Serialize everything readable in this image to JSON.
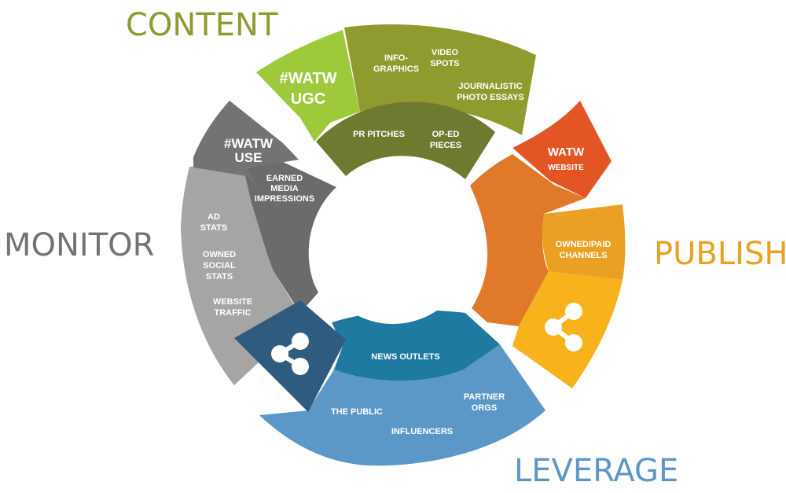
{
  "sections": {
    "content": {
      "title": "CONTENT",
      "color": "#8f9a2f"
    },
    "publish": {
      "title": "PUBLISH",
      "color": "#eaa022"
    },
    "leverage": {
      "title": "LEVERAGE",
      "color": "#5b98c8"
    },
    "monitor": {
      "title": "MONITOR",
      "color": "#737373"
    }
  },
  "content_items": {
    "ugc": [
      "#WATW",
      "UGC"
    ],
    "infographics": [
      "INFO-",
      "GRAPHICS"
    ],
    "video": [
      "VIDEO",
      "SPOTS"
    ],
    "photo_essays": [
      "JOURNALISTIC",
      "PHOTO ESSAYS"
    ],
    "pr_pitches": [
      "PR PITCHES"
    ],
    "oped": [
      "OP-ED",
      "PIECES"
    ]
  },
  "publish_items": {
    "website": [
      "WATW",
      "WEBSITE"
    ],
    "channels": [
      "OWNED/PAID",
      "CHANNELS"
    ]
  },
  "leverage_items": {
    "news_outlets": [
      "NEWS OUTLETS"
    ],
    "public": [
      "THE PUBLIC"
    ],
    "influencers": [
      "INFLUENCERS"
    ],
    "partners": [
      "PARTNER",
      "ORGS"
    ]
  },
  "monitor_items": {
    "use": [
      "#WATW",
      "USE"
    ],
    "earned": [
      "EARNED",
      "MEDIA",
      "IMPRESSIONS"
    ],
    "ad_stats": [
      "AD",
      "STATS"
    ],
    "social_stats": [
      "OWNED",
      "SOCIAL",
      "STATS"
    ],
    "traffic": [
      "WEBSITE",
      "TRAFFIC"
    ]
  },
  "colors": {
    "content_dark": "#6e7a2f",
    "content_mid": "#8f9a2f",
    "content_light": "#9dc93b",
    "publish_red": "#e45526",
    "publish_orange": "#e07a2a",
    "publish_amber": "#eaa022",
    "publish_yellow": "#f7b21c",
    "leverage_dark": "#1f7aa0",
    "leverage_light": "#5b98c8",
    "leverage_navy": "#2f5c7e",
    "monitor_dark": "#6b6b6b",
    "monitor_mid": "#8a8a8a",
    "monitor_light": "#a5a5a5"
  },
  "icons": [
    "share-icon",
    "share-icon"
  ]
}
